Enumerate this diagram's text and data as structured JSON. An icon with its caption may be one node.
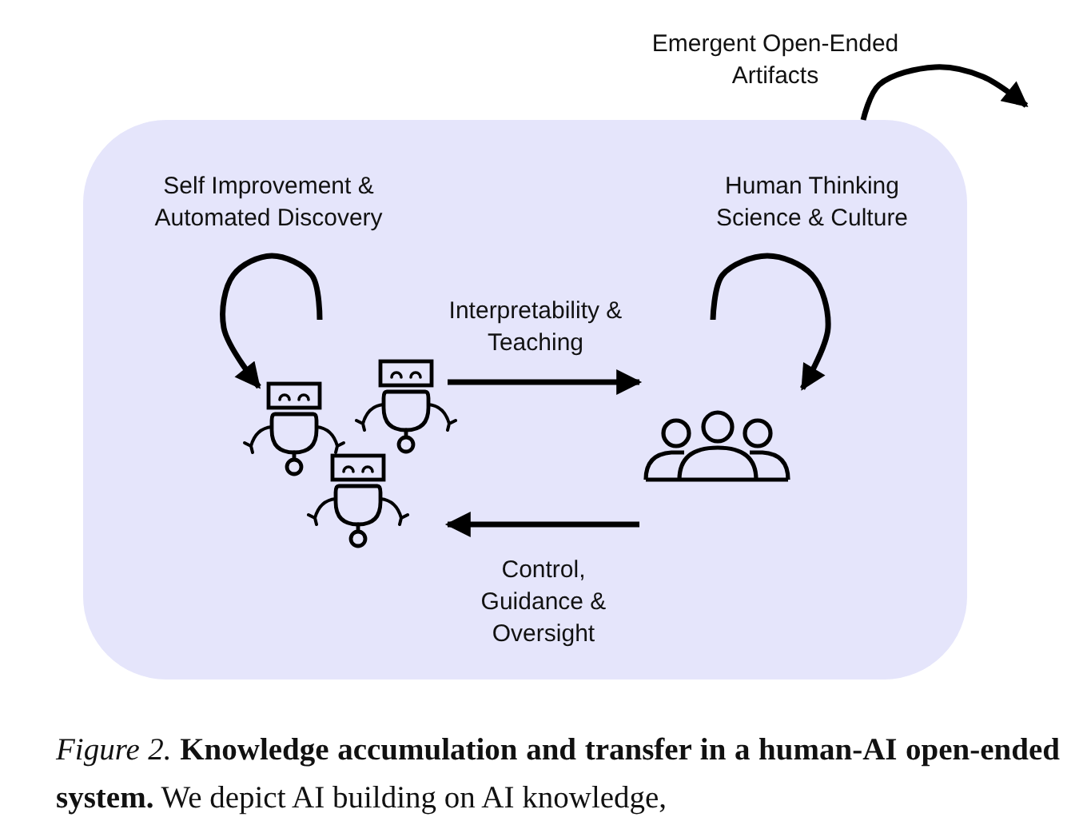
{
  "diagram": {
    "caption": "*Figure 2.* **Knowledge accumulation and transfer in a human-AI open-ended system.** We depict AI building on AI knowledge,",
    "nodes": [
      {
        "text": [],
        "shape": "box"
      },
      {
        "text": [],
        "shape": "robot",
        "in": 0
      },
      {
        "text": [],
        "shape": "person",
        "in": 0
      }
    ],
    "edges": [
      {
        "from": 1,
        "to": 2,
        "arrow": "to",
        "label": "Interpretability & Teaching"
      },
      {
        "from": 2,
        "to": 1,
        "arrow": "to",
        "label": "Control, Guidance & Oversight"
      },
      {
        "from": 1,
        "to": 1,
        "arrow": "to",
        "label": "Self Improvement & Automated Discovery"
      },
      {
        "from": 2,
        "to": 2,
        "arrow": "to",
        "label": "Human Thinking Science & Culture"
      },
      {
        "from": 0,
        "to": null,
        "arrow": "to",
        "label": "Emergent Open-Ended Artifacts"
      }
    ]
  }
}
